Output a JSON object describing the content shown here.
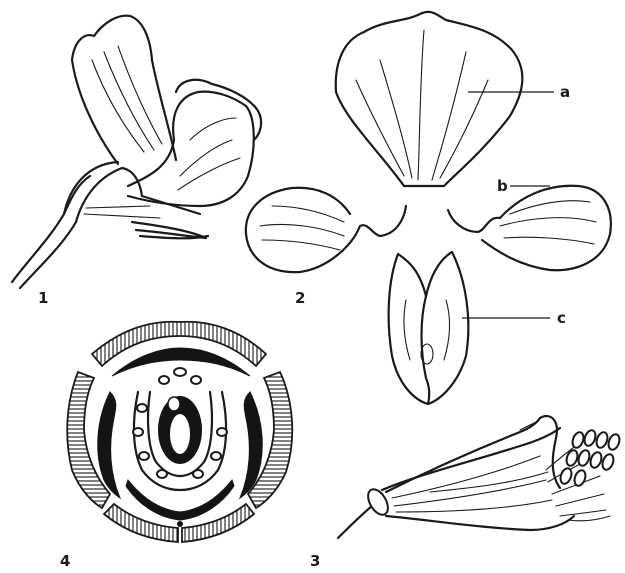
{
  "figure": {
    "labels": {
      "fig1": "1",
      "fig2": "2",
      "fig3": "3",
      "fig4": "4"
    },
    "parts": {
      "a": "a",
      "b": "b",
      "c": "c"
    }
  }
}
